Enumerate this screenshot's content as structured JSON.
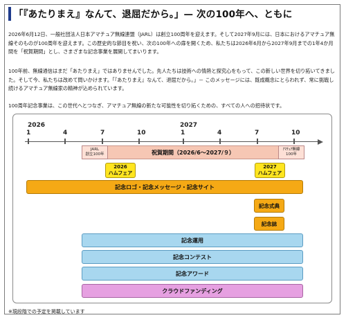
{
  "heading": "「『あたりまえ』なんて、退屈だから。」— 次の100年へ、ともに",
  "paragraphs": [
    "2026年6月12日、一般社団法人日本アマチュア無線連盟（JARL）は創立100周年を迎えます。そして2027年9月には、日本におけるアマチュア無線そのものが100周年を迎えます。この歴史的な節目を祝い、次の100年への扉を開くため、私たちは2026年6月から2027年9月までの1年4か月間を「祝賀期間」とし、さまざまな記念事業を展開してまいります。",
    "100年前、無線通信はまだ「あたりまえ」ではありませんでした。先人たちは技術への情熱と探究心をもって、この新しい世界を切り拓いてきました。そして今、私たちは改めて問いかけます。「『あたりまえ』なんて、退屈だから。」－ このメッセージには、既成概念にとらわれず、常に挑戦し続けるアマチュア無線家の精神が込められています。",
    "100周年記念事業は、この世代へとつなぎ、アマチュア無線の新たな可能性を切り拓くための、すべての人への招待状です。"
  ],
  "timeline": {
    "years": [
      "2026",
      "2027"
    ],
    "months": [
      "1",
      "4",
      "7",
      "10",
      "1",
      "4",
      "7",
      "10"
    ],
    "celebration_label": "祝賀期間（2026/6～2027/９）",
    "jarl_label": [
      "JARL",
      "創立100年"
    ],
    "amateur_label": [
      "ｱﾏﾁｭｱ無線",
      "100年"
    ],
    "ham_fair_2026": [
      "2026",
      "ハムフェア"
    ],
    "ham_fair_2027": [
      "2027",
      "ハムフェア"
    ],
    "logo_message_site": "記念ロゴ・記念メッセージ・記念サイト",
    "ceremony": "記念式典",
    "magazine": "記念誌",
    "operation": "記念運用",
    "contest": "記念コンテスト",
    "award": "記念アワード",
    "crowdfunding": "クラウドファンディング"
  },
  "footnote": "※現段階での予定を掲載しています",
  "colors": {
    "accent": "#1f3b8c",
    "celebration": "#f6c7b4",
    "yellow": "#ffe51f",
    "orange": "#f5a915",
    "blue": "#a8d7ef",
    "purple": "#e6a0e1"
  }
}
